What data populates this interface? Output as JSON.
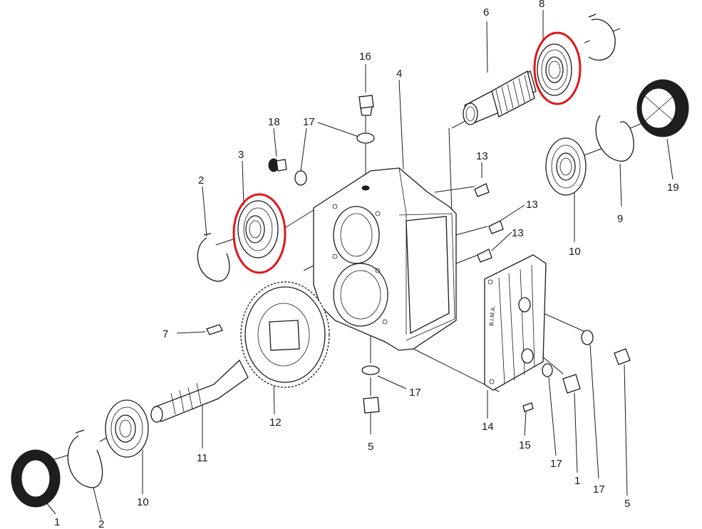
{
  "diagram": {
    "brand_mark": "B.I.M.A.",
    "highlight_color": "#e0161b",
    "line_color": "#1a1a1a",
    "labels": [
      {
        "id": "label-6",
        "text": "6"
      },
      {
        "id": "label-8-top",
        "text": "8"
      },
      {
        "id": "label-16",
        "text": "16"
      },
      {
        "id": "label-4",
        "text": "4"
      },
      {
        "id": "label-18",
        "text": "18"
      },
      {
        "id": "label-17-a",
        "text": "17"
      },
      {
        "id": "label-3",
        "text": "3"
      },
      {
        "id": "label-2-left",
        "text": "2"
      },
      {
        "id": "label-13-a",
        "text": "13"
      },
      {
        "id": "label-13-b",
        "text": "13"
      },
      {
        "id": "label-13-c",
        "text": "13"
      },
      {
        "id": "label-19",
        "text": "19"
      },
      {
        "id": "label-9",
        "text": "9"
      },
      {
        "id": "label-10-right",
        "text": "10"
      },
      {
        "id": "label-7",
        "text": "7"
      },
      {
        "id": "label-12",
        "text": "12"
      },
      {
        "id": "label-11",
        "text": "11"
      },
      {
        "id": "label-17-b",
        "text": "17"
      },
      {
        "id": "label-5-center",
        "text": "5"
      },
      {
        "id": "label-14",
        "text": "14"
      },
      {
        "id": "label-15",
        "text": "15"
      },
      {
        "id": "label-17-c",
        "text": "17"
      },
      {
        "id": "label-1-right",
        "text": "1"
      },
      {
        "id": "label-17-d",
        "text": "17"
      },
      {
        "id": "label-5-right",
        "text": "5"
      },
      {
        "id": "label-10-left",
        "text": "10"
      },
      {
        "id": "label-1-left",
        "text": "1"
      },
      {
        "id": "label-2-bottom",
        "text": "2"
      }
    ]
  }
}
